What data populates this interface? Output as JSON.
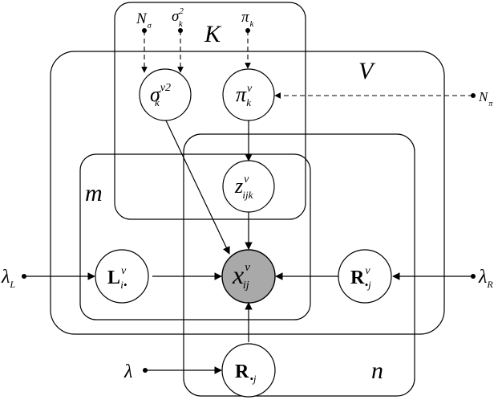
{
  "plates": {
    "K": "K",
    "V": "V",
    "m": "m",
    "n": "n"
  },
  "nodes": {
    "sigma_v": {
      "base": "σ",
      "sup": "v2",
      "sub": "k"
    },
    "pi_v": {
      "base": "π",
      "sup": "v",
      "sub": "k"
    },
    "z": {
      "base": "z",
      "sup": "v",
      "sub": "ijk"
    },
    "x": {
      "base": "x",
      "sup": "v",
      "sub": "ij"
    },
    "L": {
      "base": "L",
      "sup": "v",
      "sub": "i•"
    },
    "R_v": {
      "base": "R",
      "sup": "v",
      "sub": "•j"
    },
    "R": {
      "base": "R",
      "sub": "•j"
    }
  },
  "hyperparameters": {
    "N_sigma": {
      "base": "N",
      "sub": "σ"
    },
    "sigma2": {
      "base": "σ",
      "sup": "2",
      "sub": "k"
    },
    "pi_k": {
      "base": "π",
      "sub": "k"
    },
    "N_pi": {
      "base": "N",
      "sub": "π"
    },
    "lambda_L": {
      "base": "λ",
      "sub": "L"
    },
    "lambda_R": {
      "base": "λ",
      "sub": "R"
    },
    "lambda": {
      "base": "λ"
    }
  },
  "colors": {
    "observed_fill": "#a9a9a9",
    "latent_fill": "#ffffff",
    "stroke": "#000000"
  }
}
